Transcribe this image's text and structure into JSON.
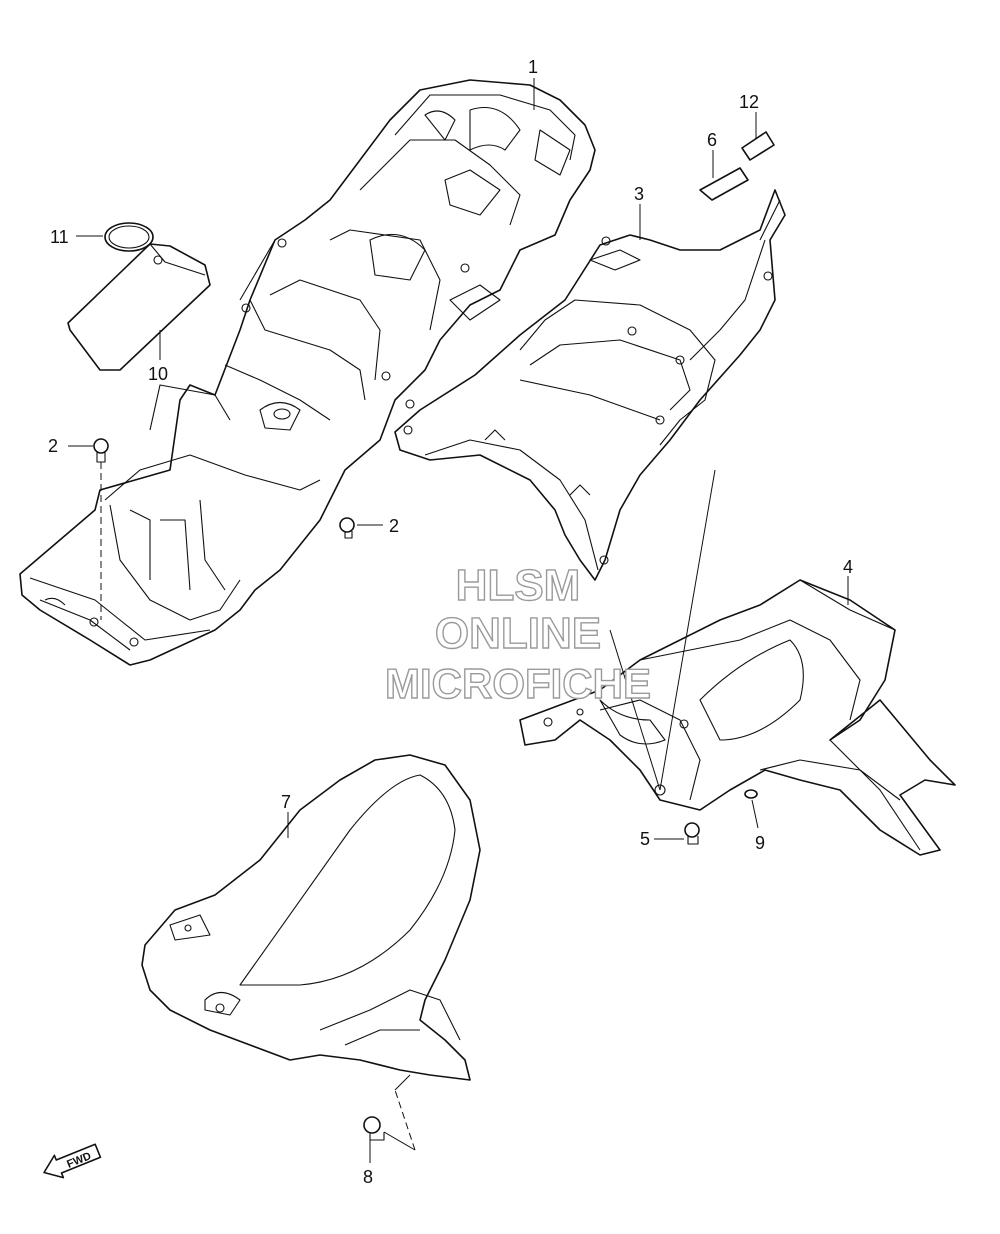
{
  "diagram": {
    "callouts": [
      {
        "id": "c1",
        "label": "1"
      },
      {
        "id": "c2a",
        "label": "2"
      },
      {
        "id": "c2b",
        "label": "2"
      },
      {
        "id": "c3",
        "label": "3"
      },
      {
        "id": "c4",
        "label": "4"
      },
      {
        "id": "c5",
        "label": "5"
      },
      {
        "id": "c6",
        "label": "6"
      },
      {
        "id": "c7",
        "label": "7"
      },
      {
        "id": "c8",
        "label": "8"
      },
      {
        "id": "c9",
        "label": "9"
      },
      {
        "id": "c10",
        "label": "10"
      },
      {
        "id": "c11",
        "label": "11"
      },
      {
        "id": "c12",
        "label": "12"
      }
    ],
    "watermark": {
      "line1": "HLSM",
      "line2": "ONLINE",
      "line3": "MICROFICHE"
    },
    "fwd_label": "FWD"
  }
}
